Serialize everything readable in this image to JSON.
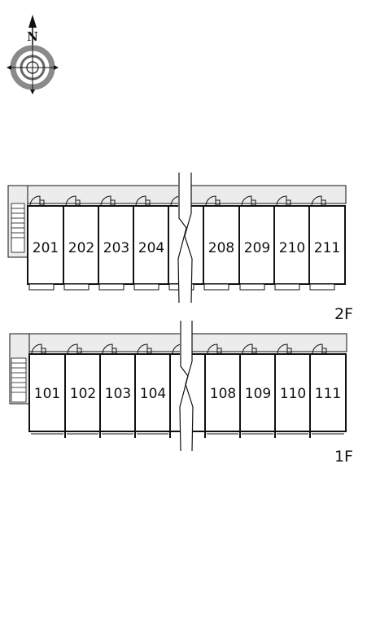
{
  "compass": {
    "north_label": "N",
    "icon": "compass-rose-icon"
  },
  "floors": [
    {
      "id": "2F",
      "label": "2F",
      "rooms_left": [
        "201",
        "202",
        "203",
        "204"
      ],
      "rooms_right": [
        "208",
        "209",
        "210",
        "211"
      ]
    },
    {
      "id": "1F",
      "label": "1F",
      "rooms_left": [
        "101",
        "102",
        "103",
        "104"
      ],
      "rooms_right": [
        "108",
        "109",
        "110",
        "111"
      ]
    }
  ],
  "colors": {
    "line": "#111111",
    "corridor": "#ececec",
    "background": "#ffffff",
    "compass_ring": "#8a8a8a"
  }
}
